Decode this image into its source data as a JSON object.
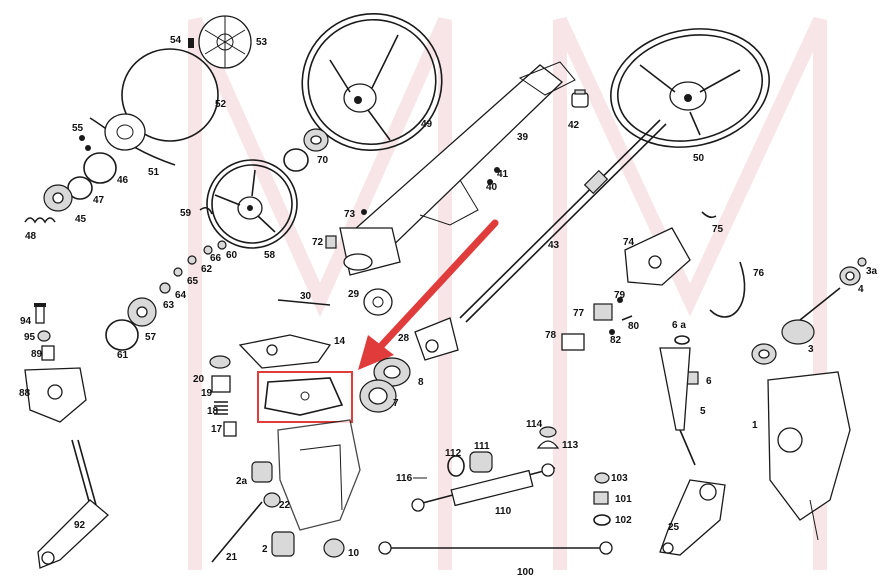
{
  "labels": [
    "1",
    "2",
    "2a",
    "3",
    "3a",
    "4",
    "5",
    "6",
    "6 a",
    "7",
    "8",
    "10",
    "14",
    "17",
    "18",
    "19",
    "20",
    "21",
    "22",
    "25",
    "28",
    "29",
    "30",
    "39",
    "40",
    "41",
    "42",
    "43",
    "45",
    "46",
    "47",
    "48",
    "49",
    "50",
    "51",
    "52",
    "53",
    "54",
    "55",
    "57",
    "58",
    "59",
    "60",
    "61",
    "62",
    "63",
    "64",
    "65",
    "66",
    "70",
    "72",
    "73",
    "74",
    "75",
    "76",
    "77",
    "78",
    "79",
    "80",
    "82",
    "88",
    "89",
    "92",
    "94",
    "95",
    "100",
    "101",
    "102",
    "103",
    "110",
    "111",
    "112",
    "113",
    "114",
    "116"
  ],
  "colors": {
    "highlight": "#e03c3c",
    "ink": "#1a1a1a",
    "watermark": "#f0d0d4"
  }
}
